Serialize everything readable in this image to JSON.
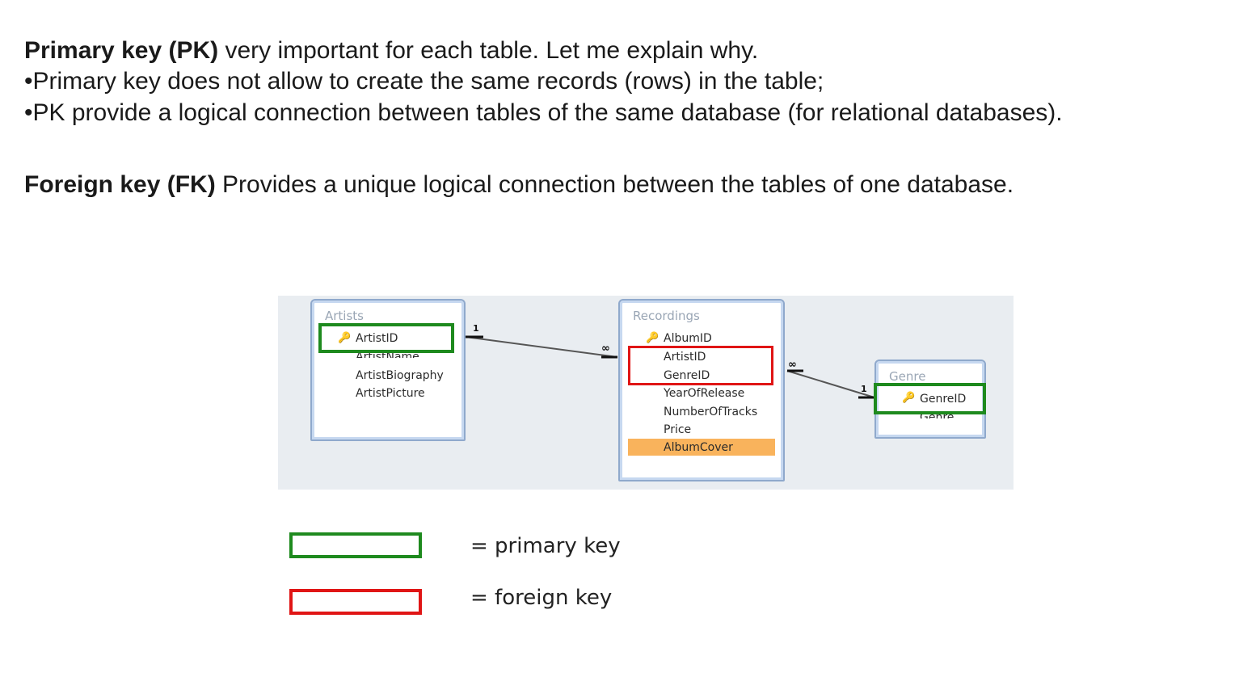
{
  "text": {
    "pk_bold": "Primary key (PK)",
    "pk_rest": " very important for each table. Let me explain  why.",
    "bullet1": "•Primary key does not allow to create the same records (rows) in the table;",
    "bullet2": "•PK provide a logical connection between tables of the same database (for relational databases).",
    "fk_bold": "Foreign key (FK)",
    "fk_rest": "  Provides a unique logical connection between the tables of one database."
  },
  "diagram": {
    "artists": {
      "title": "Artists",
      "fields": [
        "ArtistID",
        "ArtistName",
        "ArtistBiography",
        "ArtistPicture"
      ]
    },
    "recordings": {
      "title": "Recordings",
      "fields": [
        "AlbumID",
        "ArtistID",
        "GenreID",
        "YearOfRelease",
        "NumberOfTracks",
        "Price",
        "AlbumCover"
      ]
    },
    "genre": {
      "title": "Genre",
      "fields": [
        "GenreID",
        "Genre"
      ]
    },
    "cardinality": {
      "one": "1",
      "many": "∞"
    },
    "colors": {
      "primary_key": "#1e8a1e",
      "foreign_key": "#e01515",
      "selected_row": "#f9b35c"
    }
  },
  "legend": {
    "primary": "= primary key",
    "foreign": "= foreign key"
  }
}
